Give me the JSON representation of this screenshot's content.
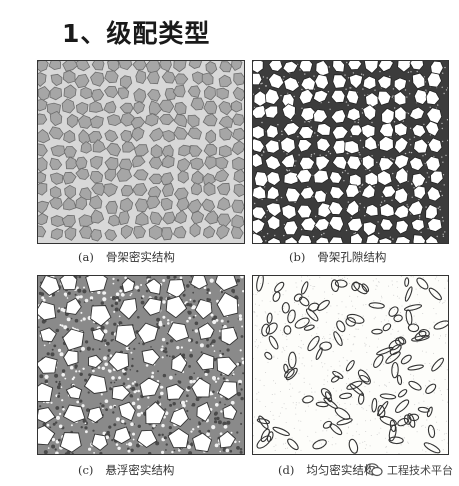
{
  "title": "1、级配类型",
  "panels": [
    {
      "id": "a",
      "label": "(a)",
      "caption": "骨架密实结构",
      "style": "dense-skeleton"
    },
    {
      "id": "b",
      "label": "(b)",
      "caption": "骨架孔隙结构",
      "style": "open-skeleton"
    },
    {
      "id": "c",
      "label": "(c)",
      "caption": "悬浮密实结构",
      "style": "suspended-dense"
    },
    {
      "id": "d",
      "label": "(d)",
      "caption": "均匀密实结构",
      "style": "uniform-dense"
    }
  ],
  "watermark": {
    "text": "工程技术平台",
    "icon": "wechat-icon"
  },
  "colors": {
    "stone": "#a6a6a6",
    "outline": "#333333",
    "matrix_dark": "#4a4a4a",
    "background": "#ffffff"
  }
}
